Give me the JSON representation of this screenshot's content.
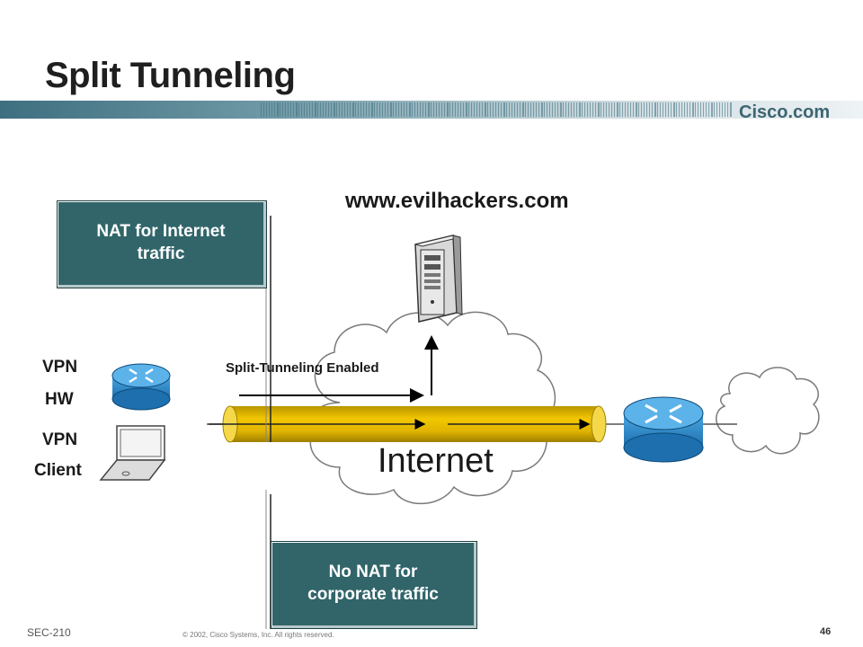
{
  "slide": {
    "title": "Split Tunneling",
    "brand": "Cisco.com",
    "footer_code": "SEC-210",
    "footer_copy": "© 2002, Cisco Systems, Inc. All rights reserved.",
    "page_number": "46"
  },
  "diagram": {
    "nat_box": {
      "line1": "NAT for Internet",
      "line2": "traffic"
    },
    "nonat_box": {
      "line1": "No NAT for",
      "line2": "corporate traffic"
    },
    "server_label": "www.evilhackers.com",
    "split_label": "Split-Tunneling Enabled",
    "vpn_hw": {
      "line1": "VPN",
      "line2": "HW"
    },
    "vpn_client": {
      "line1": "VPN",
      "line2": "Client"
    },
    "cloud_label": "Internet"
  },
  "colors": {
    "box_fill": "#31656a",
    "tunnel": "#e8be00",
    "router": "#2f8fcf",
    "header_band": "#3e6f80"
  },
  "icons": [
    "router-icon",
    "laptop-icon",
    "server-icon",
    "cloud-icon"
  ]
}
